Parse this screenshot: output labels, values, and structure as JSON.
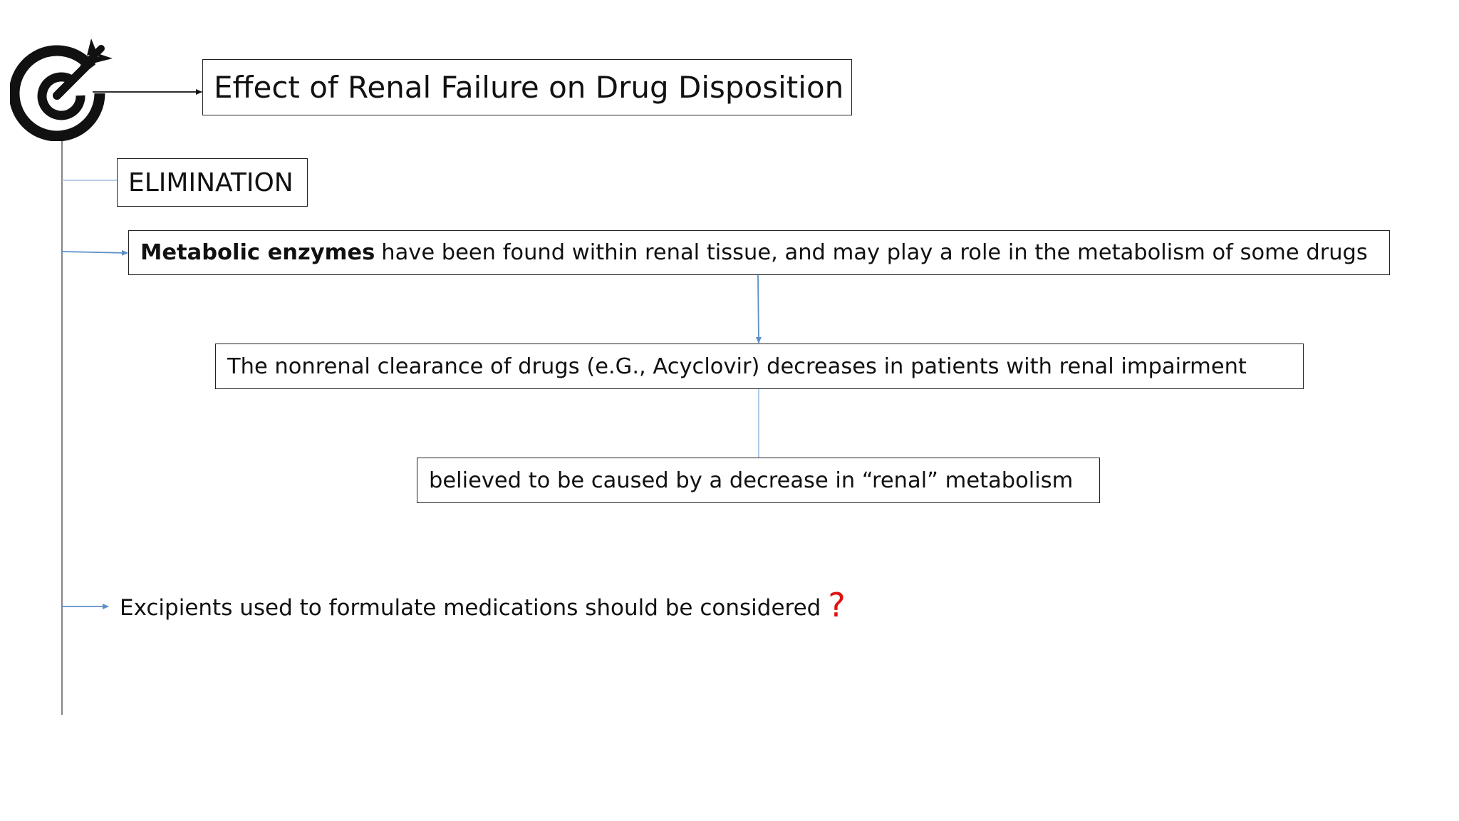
{
  "title": "Effect of Renal Failure on Drug Disposition",
  "section": "ELIMINATION",
  "metabolic": {
    "bold": "Metabolic enzymes",
    "rest": "have been found within renal tissue, and may play a role in the metabolism of some drugs"
  },
  "nonrenal": "The nonrenal clearance of drugs (e.G., Acyclovir)  decreases in patients with renal impairment",
  "believed": "believed to be caused by a decrease in “renal” metabolism",
  "excipients": {
    "text": "Excipients used to formulate medications should be considered",
    "mark": "?"
  },
  "icons": {
    "target": "target-arrow-icon"
  },
  "colors": {
    "connector": "#5b8fc7",
    "question": "#e01010",
    "text": "#111111"
  }
}
